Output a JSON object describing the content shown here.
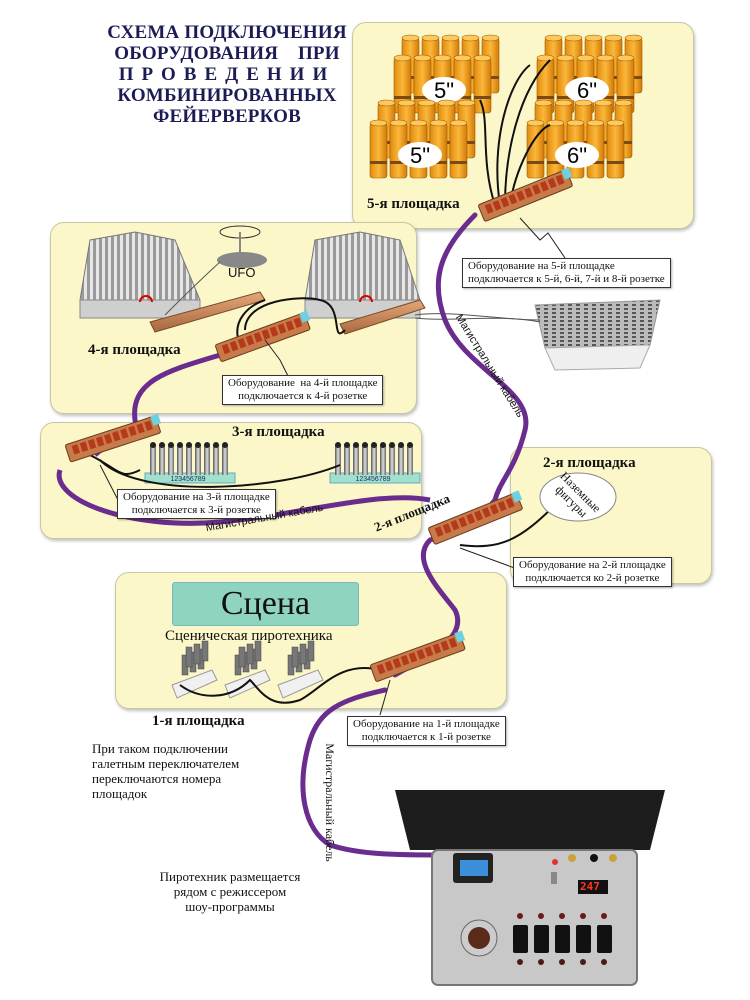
{
  "title": {
    "lines": [
      "СХЕМА ПОДКЛЮЧЕНИЯ",
      "ОБОРУДОВАНИЯ    ПРИ",
      "ПРОВЕДЕНИИ",
      "КОМБИНИРОВАННЫХ",
      "ФЕЙЕРВЕРКОВ"
    ]
  },
  "colors": {
    "panel_bg": "#fbf7c8",
    "cable": "#6a2d8e",
    "title": "#1c1c55",
    "scene_box": "#8fd4c0",
    "shell": "#f5a623"
  },
  "sites": {
    "site5": {
      "label": "5-я площадка",
      "racks": [
        {
          "caliber": "5\"",
          "side_labels": [
            "5\"",
            "5\"",
            "5\""
          ]
        },
        {
          "caliber": "5\"",
          "side_labels": [
            "5\"",
            "5\"",
            "5\""
          ]
        },
        {
          "caliber": "6\"",
          "side_labels": [
            "6\"",
            "6\"",
            "6\""
          ]
        },
        {
          "caliber": "6\"",
          "side_labels": [
            "6\"",
            "6\"",
            "6\""
          ]
        }
      ],
      "note": [
        "Оборудование на 5-й площадке",
        "подключается к 5-й, 6-й, 7-й и 8-й розетке"
      ]
    },
    "site4": {
      "label": "4-я площадка",
      "ufo_label": "UFO",
      "note": [
        "Оборудование  на 4-й площадке",
        "подключается к 4-й розетке"
      ]
    },
    "site3": {
      "label": "3-я площадка",
      "tube_numbers": "123456789",
      "note": [
        "Оборудование на 3-й площадке",
        "подключается к 3-й розетке"
      ]
    },
    "site2": {
      "label": "2-я площадка",
      "rotated_label": "2-я площадка",
      "ground_figures": [
        "Наземные",
        "фигуры"
      ],
      "note": [
        "Оборудование на 2-й площадке",
        "подключается ко 2-й розетке"
      ]
    },
    "site1": {
      "label": "1-я площадка",
      "scene": "Сцена",
      "subtitle": "Сценическая пиротехника",
      "note": [
        "Оборудование на 1-й площадке",
        "подключается к 1-й розетке"
      ]
    }
  },
  "cable_labels": [
    "Магистральный кабель",
    "Магистральный кабель",
    "Магистральный кабель"
  ],
  "switch_note": [
    "При таком подключении",
    "галетным переключателем",
    "переключаются номера",
    "площадок"
  ],
  "operator_note": [
    "Пиротехник размещается",
    "рядом с режиссером",
    "шоу-программы"
  ],
  "control_panel": {
    "display": "247",
    "switch_count": 5
  }
}
